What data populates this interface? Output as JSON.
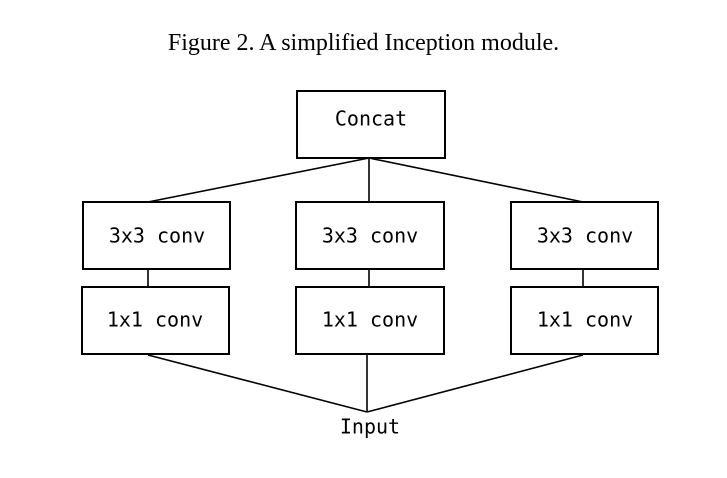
{
  "caption": "Figure 2. A simplified Inception module.",
  "nodes": {
    "concat": "Concat",
    "branch_left_top": "3x3 conv",
    "branch_mid_top": "3x3 conv",
    "branch_right_top": "3x3 conv",
    "branch_left_bottom": "1x1 conv",
    "branch_mid_bottom": "1x1 conv",
    "branch_right_bottom": "1x1 conv",
    "input": "Input"
  },
  "colors": {
    "stroke": "#000000",
    "background": "#ffffff"
  }
}
